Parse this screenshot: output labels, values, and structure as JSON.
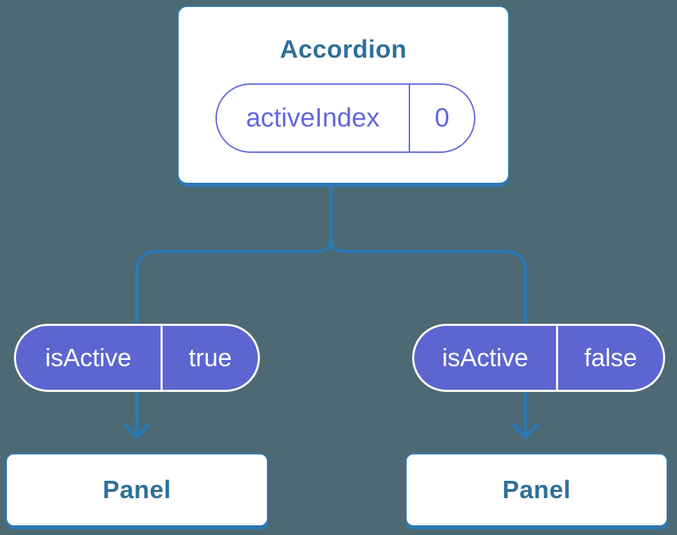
{
  "background_color": "#4d6973",
  "colors": {
    "connector_blue": "#2c79b2",
    "card_border_blue": "#2c79b2",
    "component_text_blue": "#2f7099",
    "state_pill_fill_purple": "#5d66d0",
    "prop_accent_purple": "#6367de",
    "card_background": "#ffffff",
    "state_pill_text": "#ffffff"
  },
  "tree": {
    "root": {
      "title": "Accordion",
      "prop": {
        "name": "activeIndex",
        "value": "0"
      }
    },
    "children": [
      {
        "state": {
          "name": "isActive",
          "value": "true"
        },
        "component": {
          "title": "Panel"
        }
      },
      {
        "state": {
          "name": "isActive",
          "value": "false"
        },
        "component": {
          "title": "Panel"
        }
      }
    ]
  }
}
